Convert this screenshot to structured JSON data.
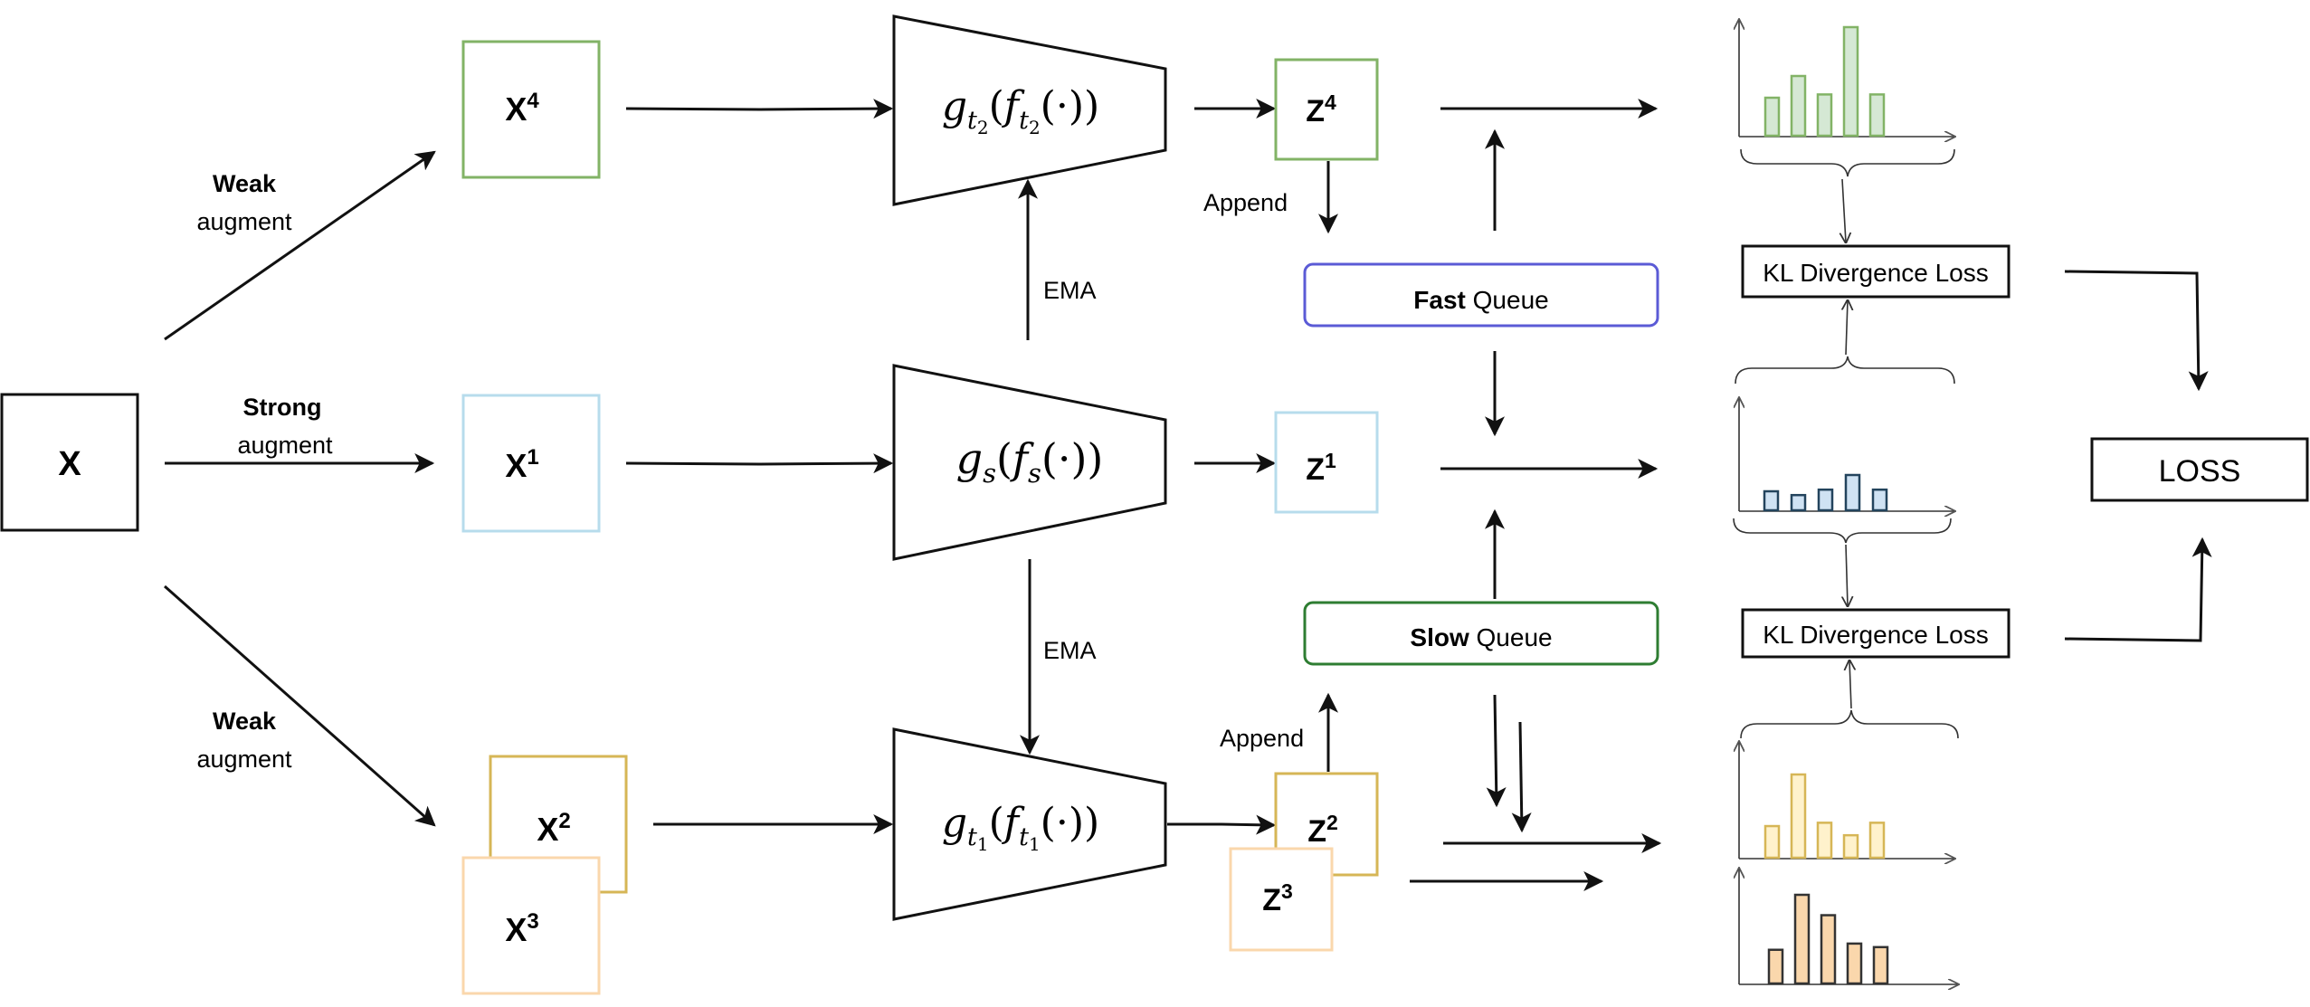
{
  "input": {
    "label": "X"
  },
  "augment_labels": {
    "top": {
      "bold": "Weak",
      "rest": "augment"
    },
    "middle": {
      "bold": "Strong",
      "rest": "augment"
    },
    "bottom": {
      "bold": "Weak",
      "rest": "augment"
    }
  },
  "views": {
    "x4": {
      "base": "X",
      "sup": "4",
      "color": "#82b366"
    },
    "x1": {
      "base": "X",
      "sup": "1",
      "color": "#b7dcec"
    },
    "x2": {
      "base": "X",
      "sup": "2",
      "color": "#d6b656"
    },
    "x3": {
      "base": "X",
      "sup": "3",
      "color": "#fad7ac"
    }
  },
  "networks": {
    "teacher2": {
      "g": "g",
      "g_sub": "t",
      "g_subsub": "2",
      "f": "f",
      "f_sub": "t",
      "f_subsub": "2",
      "arg": "(·))"
    },
    "student": {
      "g": "g",
      "g_sub": "s",
      "f": "f",
      "f_sub": "s",
      "arg": "(·))"
    },
    "teacher1": {
      "g": "g",
      "g_sub": "t",
      "g_subsub": "1",
      "f": "f",
      "f_sub": "t",
      "f_subsub": "1",
      "arg": "(·))"
    }
  },
  "ema_labels": {
    "top": "EMA",
    "bottom": "EMA"
  },
  "embeddings": {
    "z4": {
      "base": "Z",
      "sup": "4",
      "color": "#82b366"
    },
    "z1": {
      "base": "Z",
      "sup": "1",
      "color": "#b7dcec"
    },
    "z2": {
      "base": "Z",
      "sup": "2",
      "color": "#d6b656"
    },
    "z3": {
      "base": "Z",
      "sup": "3",
      "color": "#fad7ac"
    }
  },
  "append_labels": {
    "top": "Append",
    "bottom": "Append"
  },
  "queues": {
    "fast": {
      "bold": "Fast",
      "rest": " Queue",
      "color": "#5b5bd6"
    },
    "slow": {
      "bold": "Slow",
      "rest": " Queue",
      "color": "#2e7d32"
    }
  },
  "histograms": {
    "green": {
      "values": [
        0.35,
        0.55,
        0.38,
        1.0,
        0.38
      ],
      "fill": "#d5e8d4",
      "stroke": "#82b366"
    },
    "blue": {
      "values": [
        0.35,
        0.28,
        0.38,
        0.65,
        0.38
      ],
      "fill": "#cfe2f3",
      "stroke": "#23445d"
    },
    "yellow": {
      "values": [
        0.38,
        1.0,
        0.42,
        0.27,
        0.42
      ],
      "fill": "#fff2cc",
      "stroke": "#d6b656"
    },
    "orange": {
      "values": [
        0.38,
        1.0,
        0.77,
        0.45,
        0.41
      ],
      "fill": "#fad7ac",
      "stroke": "#333333"
    }
  },
  "losses": {
    "kl_top": "KL Divergence Loss",
    "kl_bottom": "KL Divergence Loss",
    "total": "LOSS"
  }
}
